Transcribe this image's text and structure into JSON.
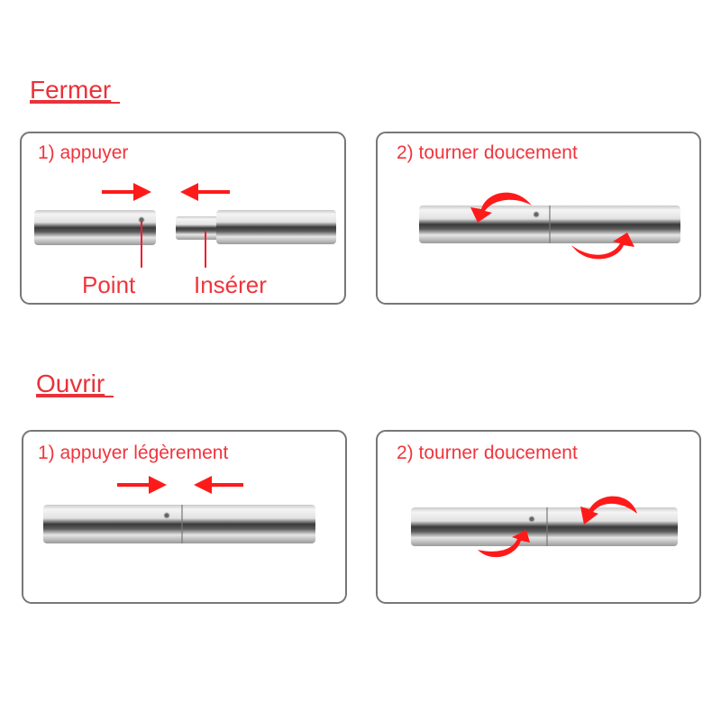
{
  "sections": {
    "close": {
      "title": "Fermer",
      "step1": {
        "label": "1) appuyer",
        "point_label": "Point",
        "insert_label": "Insérer"
      },
      "step2": {
        "label": "2) tourner doucement"
      }
    },
    "open": {
      "title": "Ouvrir",
      "step1": {
        "label": "1) appuyer légèrement"
      },
      "step2": {
        "label": "2) tourner doucement"
      }
    }
  },
  "colors": {
    "accent": "#f0343c",
    "border": "#777777"
  }
}
